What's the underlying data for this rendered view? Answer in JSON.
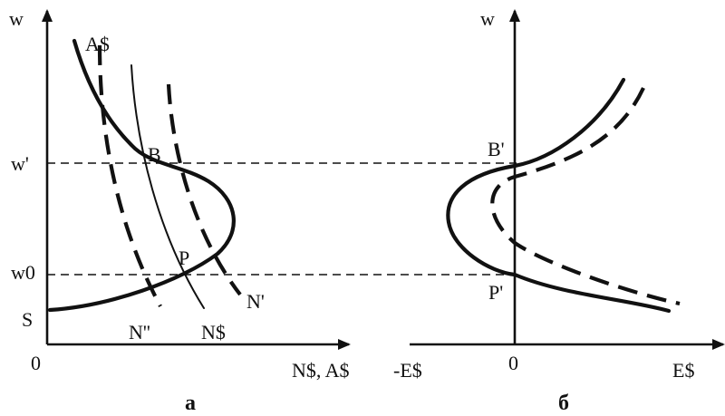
{
  "panel_a": {
    "caption": "а",
    "y_axis_label": "w",
    "x_axis_label": "N$, A$",
    "origin_label": "0",
    "tick_w_prime": "w'",
    "tick_w0": "w0",
    "curve_A": "A$",
    "point_B": "B",
    "point_P": "P",
    "curve_S": "S",
    "curve_N_dprime": "N''",
    "curve_N": "N$",
    "curve_N_prime": "N'"
  },
  "panel_b": {
    "caption": "б",
    "y_axis_label": "w",
    "x_axis_right_label": "E$",
    "x_axis_left_label": "-E$",
    "origin_label": "0",
    "point_B_prime": "B'",
    "point_P_prime": "P'"
  }
}
